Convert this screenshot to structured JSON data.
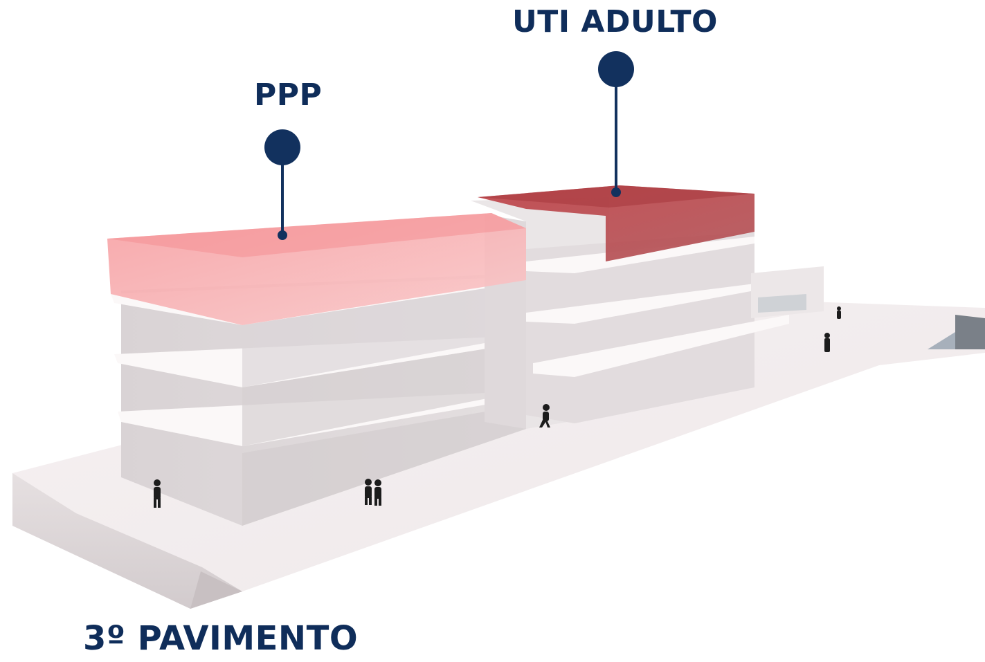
{
  "labels": {
    "ppp": "PPP",
    "uti_adulto": "UTI ADULTO",
    "floor": "3º PAVIMENTO"
  },
  "colors": {
    "marker": "#12315e",
    "ppp_zone": "#f8a6a8",
    "uti_zone": "#b84a50",
    "building": "#e3dfe0",
    "slab": "#f3eeef"
  },
  "icons": [
    "pin-marker-icon",
    "person-silhouette-icon"
  ]
}
